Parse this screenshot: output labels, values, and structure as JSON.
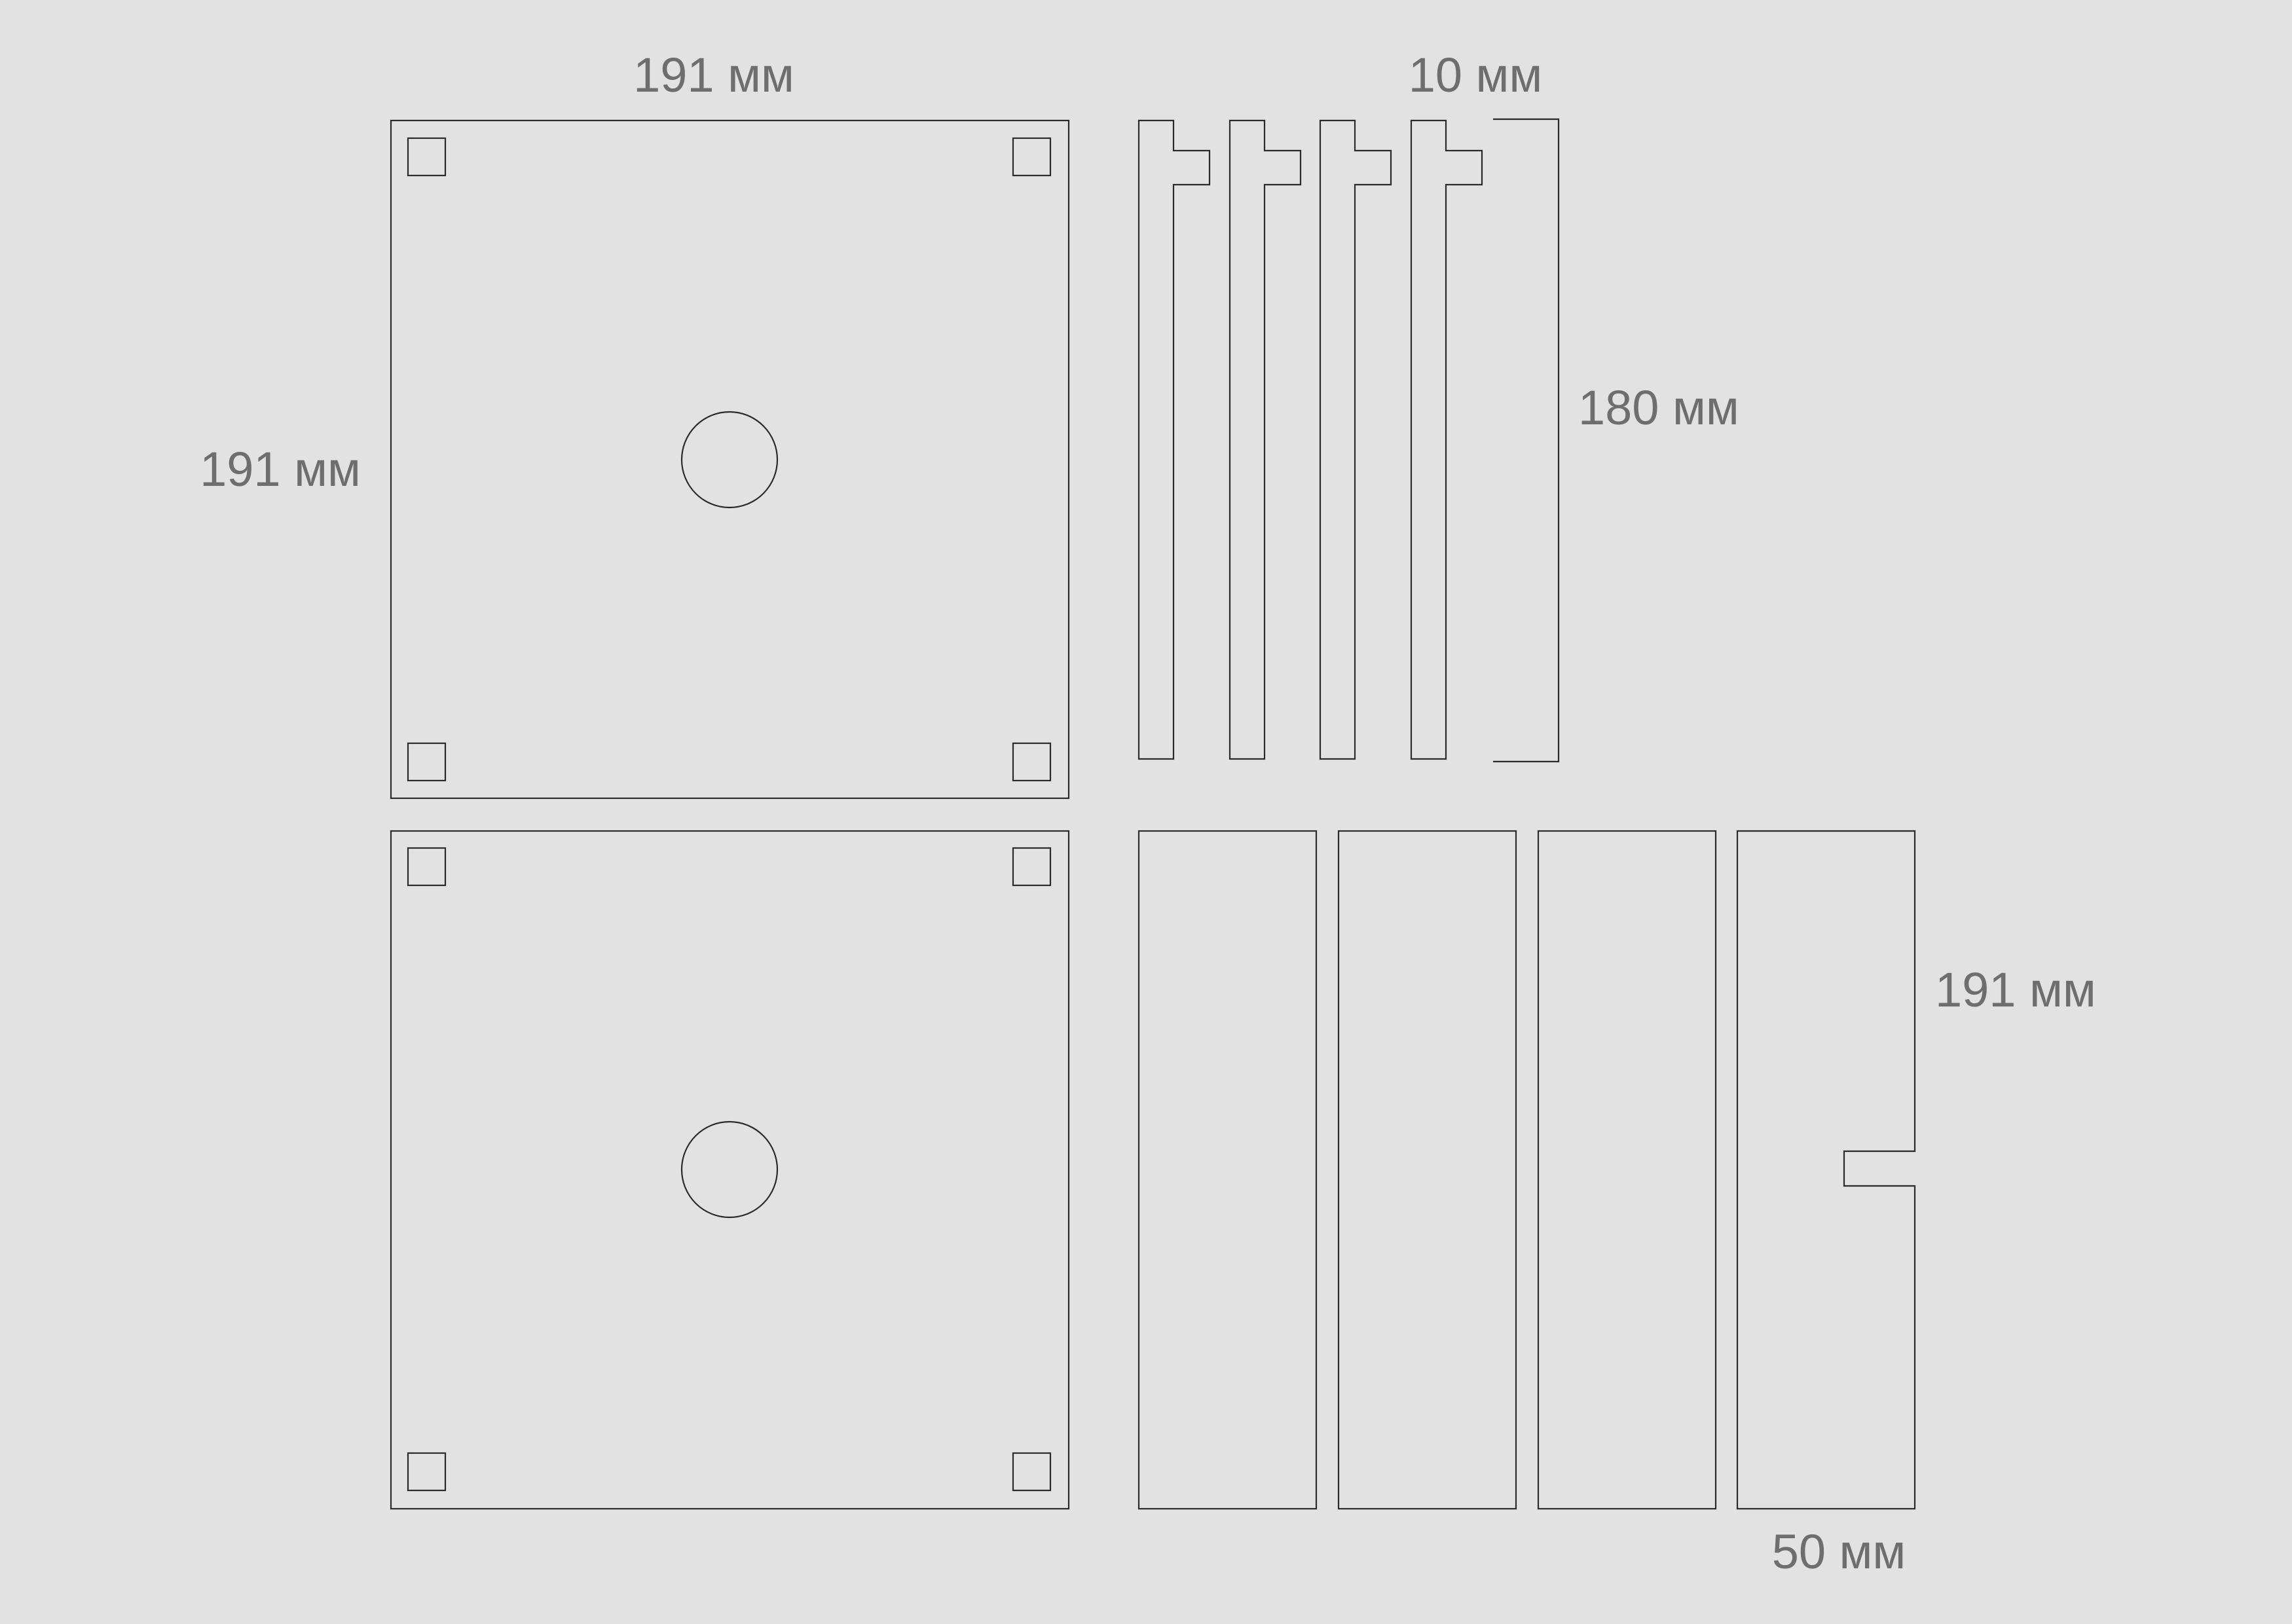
{
  "dimensions": {
    "top_width": "191 мм",
    "left_height": "191 мм",
    "strip_width": "10 мм",
    "strip_height": "180 мм",
    "panel_height": "191 мм",
    "panel_width": "50 мм"
  },
  "parts": {
    "square_plates": 2,
    "square_plate_corner_slots": 4,
    "square_plate_center_holes": 1,
    "notched_strips": 4,
    "side_panels": 4,
    "side_panels_with_notch": 1
  },
  "colors": {
    "background": "#e2e2e2",
    "line": "#2b2b2b",
    "label": "#6e6e6e"
  }
}
